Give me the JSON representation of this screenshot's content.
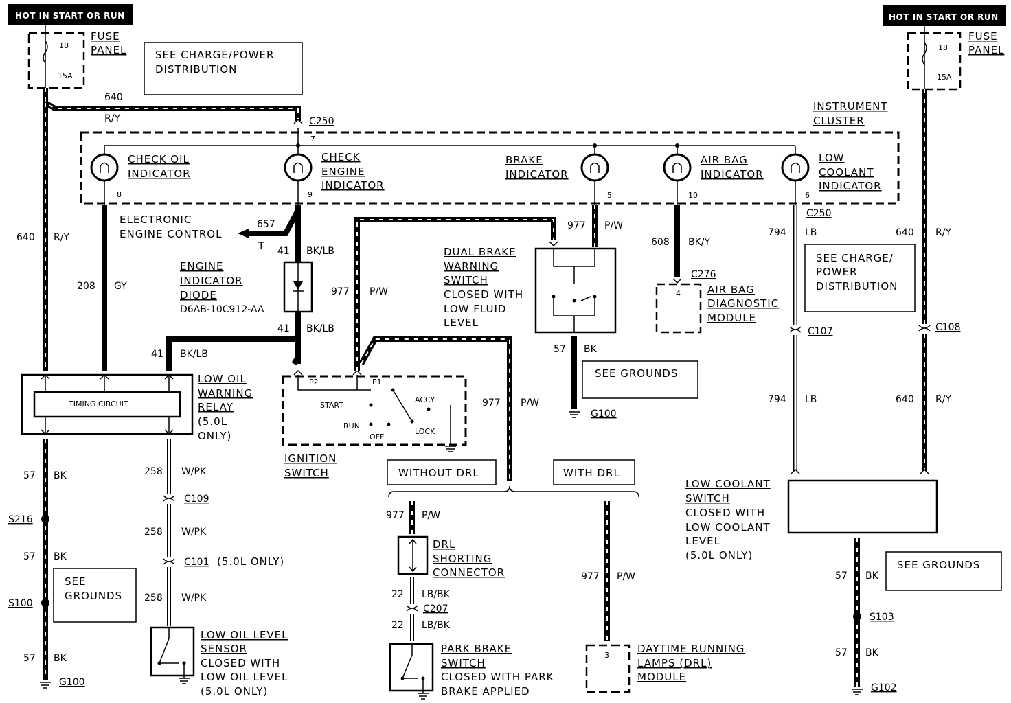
{
  "headers": {
    "left": "HOT IN START OR RUN",
    "right": "HOT IN START OR RUN"
  },
  "fuse_left": {
    "title": [
      "FUSE",
      "PANEL"
    ],
    "fuse_num": "18",
    "rating": "15A"
  },
  "fuse_right": {
    "title": [
      "FUSE",
      "PANEL"
    ],
    "fuse_num": "18",
    "rating": "15A"
  },
  "notes": {
    "charge_top": [
      "SEE CHARGE/POWER",
      "DISTRIBUTION"
    ],
    "charge_right": [
      "SEE CHARGE/",
      "POWER",
      "DISTRIBUTION"
    ],
    "grounds_mid": "SEE GROUNDS",
    "grounds_left": [
      "SEE",
      "GROUNDS"
    ],
    "grounds_right": "SEE GROUNDS"
  },
  "instrument_cluster": [
    "INSTRUMENT",
    "CLUSTER"
  ],
  "indicators": {
    "check_oil": [
      "CHECK OIL",
      "INDICATOR"
    ],
    "check_engine": [
      "CHECK",
      "ENGINE",
      "INDICATOR"
    ],
    "brake": [
      "BRAKE",
      "INDICATOR"
    ],
    "air_bag": [
      "AIR BAG",
      "INDICATOR"
    ],
    "low_coolant": [
      "LOW",
      "COOLANT",
      "INDICATOR"
    ]
  },
  "pins": {
    "p7": "7",
    "p8": "8",
    "p9": "9",
    "p5": "5",
    "p10": "10",
    "p6": "6",
    "p4": "4",
    "p3": "3"
  },
  "connectors": {
    "c250a": "C250",
    "c250b": "C250",
    "c276": "C276",
    "c107": "C107",
    "c108": "C108",
    "c109": "C109",
    "c101": "C101",
    "c101_note": "(5.0L ONLY)",
    "c207": "C207"
  },
  "wires": {
    "w640_top": {
      "num": "640",
      "color": "R/Y"
    },
    "w640_left": {
      "num": "640",
      "color": "R/Y"
    },
    "w208": {
      "num": "208",
      "color": "GY"
    },
    "w657": {
      "num": "657",
      "color": "T"
    },
    "w41a": {
      "num": "41",
      "color": "BK/LB"
    },
    "w41b": {
      "num": "41",
      "color": "BK/LB"
    },
    "w41c": {
      "num": "41",
      "color": "BK/LB"
    },
    "w977a": {
      "num": "977",
      "color": "P/W"
    },
    "w977b": {
      "num": "977",
      "color": "P/W"
    },
    "w977c": {
      "num": "977",
      "color": "P/W"
    },
    "w977d": {
      "num": "977",
      "color": "P/W"
    },
    "w977e": {
      "num": "977",
      "color": "P/W"
    },
    "w608": {
      "num": "608",
      "color": "BK/Y"
    },
    "w794a": {
      "num": "794",
      "color": "LB"
    },
    "w794b": {
      "num": "794",
      "color": "LB"
    },
    "w640_r1": {
      "num": "640",
      "color": "R/Y"
    },
    "w640_r2": {
      "num": "640",
      "color": "R/Y"
    },
    "w57_mid": {
      "num": "57",
      "color": "BK"
    },
    "w57_l1": {
      "num": "57",
      "color": "BK"
    },
    "w57_l2": {
      "num": "57",
      "color": "BK"
    },
    "w57_l3": {
      "num": "57",
      "color": "BK"
    },
    "w57_r1": {
      "num": "57",
      "color": "BK"
    },
    "w57_r2": {
      "num": "57",
      "color": "BK"
    },
    "w258a": {
      "num": "258",
      "color": "W/PK"
    },
    "w258b": {
      "num": "258",
      "color": "W/PK"
    },
    "w258c": {
      "num": "258",
      "color": "W/PK"
    },
    "w22a": {
      "num": "22",
      "color": "LB/BK"
    },
    "w22b": {
      "num": "22",
      "color": "LB/BK"
    }
  },
  "components": {
    "eec": [
      "ELECTRONIC",
      "ENGINE CONTROL"
    ],
    "diode": [
      "ENGINE",
      "INDICATOR",
      "DIODE",
      "D6AB-10C912-AA"
    ],
    "relay": [
      "LOW OIL",
      "WARNING",
      "RELAY",
      "(5.0L",
      "ONLY)"
    ],
    "timing": "TIMING CIRCUIT",
    "ignition": [
      "IGNITION",
      "SWITCH"
    ],
    "ignition_pos": {
      "start": "START",
      "run": "RUN",
      "off": "OFF",
      "lock": "LOCK",
      "accy": "ACCY",
      "p1": "P1",
      "p2": "P2"
    },
    "dual_brake": [
      "DUAL BRAKE",
      "WARNING",
      "SWITCH",
      "CLOSED WITH",
      "LOW FLUID",
      "LEVEL"
    ],
    "airbag_module": [
      "AIR BAG",
      "DIAGNOSTIC",
      "MODULE"
    ],
    "without_drl": "WITHOUT DRL",
    "with_drl": "WITH DRL",
    "drl_conn": [
      "DRL",
      "SHORTING",
      "CONNECTOR"
    ],
    "park_brake": [
      "PARK BRAKE",
      "SWITCH",
      "CLOSED WITH PARK",
      "BRAKE APPLIED"
    ],
    "drl_module": [
      "DAYTIME RUNNING",
      "LAMPS (DRL)",
      "MODULE"
    ],
    "low_coolant_switch": [
      "LOW COOLANT",
      "SWITCH",
      "CLOSED WITH",
      "LOW COOLANT",
      "LEVEL",
      "(5.0L ONLY)"
    ],
    "low_oil_sensor": [
      "LOW OIL LEVEL",
      "SENSOR",
      "CLOSED WITH",
      "LOW OIL LEVEL",
      "(5.0L ONLY)"
    ]
  },
  "splices": {
    "s216": "S216",
    "s100": "S100",
    "s103": "S103"
  },
  "grounds": {
    "g100a": "G100",
    "g100b": "G100",
    "g102": "G102"
  }
}
